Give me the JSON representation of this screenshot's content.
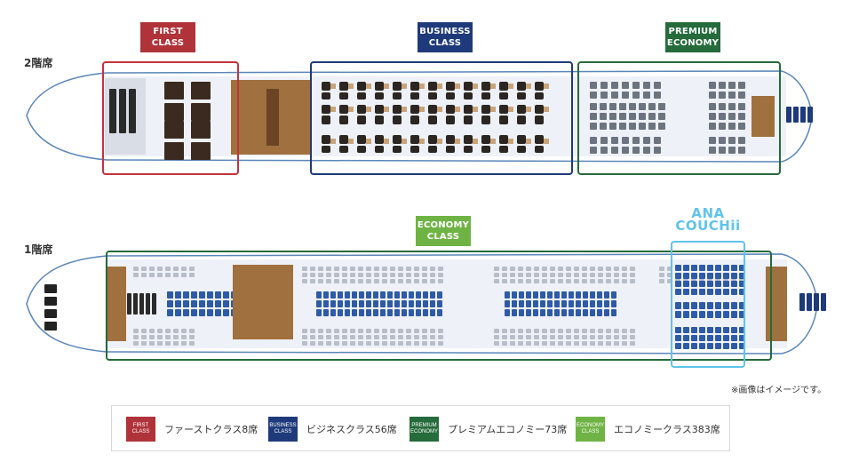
{
  "decks": {
    "upper": {
      "label": "2階席"
    },
    "lower": {
      "label": "1階席"
    }
  },
  "tags": {
    "first": {
      "line1": "FIRST",
      "line2": "CLASS",
      "color": "#b0333a"
    },
    "business": {
      "line1": "BUSINESS",
      "line2": "CLASS",
      "color": "#1f3a7a"
    },
    "premium": {
      "line1": "PREMIUM",
      "line2": "ECONOMY",
      "color": "#256b3b"
    },
    "economy": {
      "line1": "ECONOMY",
      "line2": "CLASS",
      "color": "#6fb345"
    }
  },
  "couchii": {
    "line1": "ANA",
    "line2": "COUCHii",
    "color": "#5fc4ea"
  },
  "note": "※画像はイメージです。",
  "legend": [
    {
      "swatch1": "FIRST",
      "swatch2": "CLASS",
      "text": "ファーストクラス8席",
      "color": "#b0333a"
    },
    {
      "swatch1": "BUSINESS",
      "swatch2": "CLASS",
      "text": "ビジネスクラス56席",
      "color": "#1f3a7a"
    },
    {
      "swatch1": "PREMIUM",
      "swatch2": "ECONOMY",
      "text": "プレミアムエコノミー73席",
      "color": "#256b3b"
    },
    {
      "swatch1": "ECONOMY",
      "swatch2": "CLASS",
      "text": "エコノミークラス383席",
      "color": "#6fb345"
    }
  ],
  "colors": {
    "fuselage_outline": "#5b86b8",
    "cabin_floor": "#eef1f7",
    "galley_wood": "#a0703f",
    "business_seat": "#2b2622",
    "premium_seat": "#6c7480",
    "economy_seat": "#b8bec8",
    "couchii_seat": "#2e5aa8",
    "first_suite": "#3a2a20"
  }
}
